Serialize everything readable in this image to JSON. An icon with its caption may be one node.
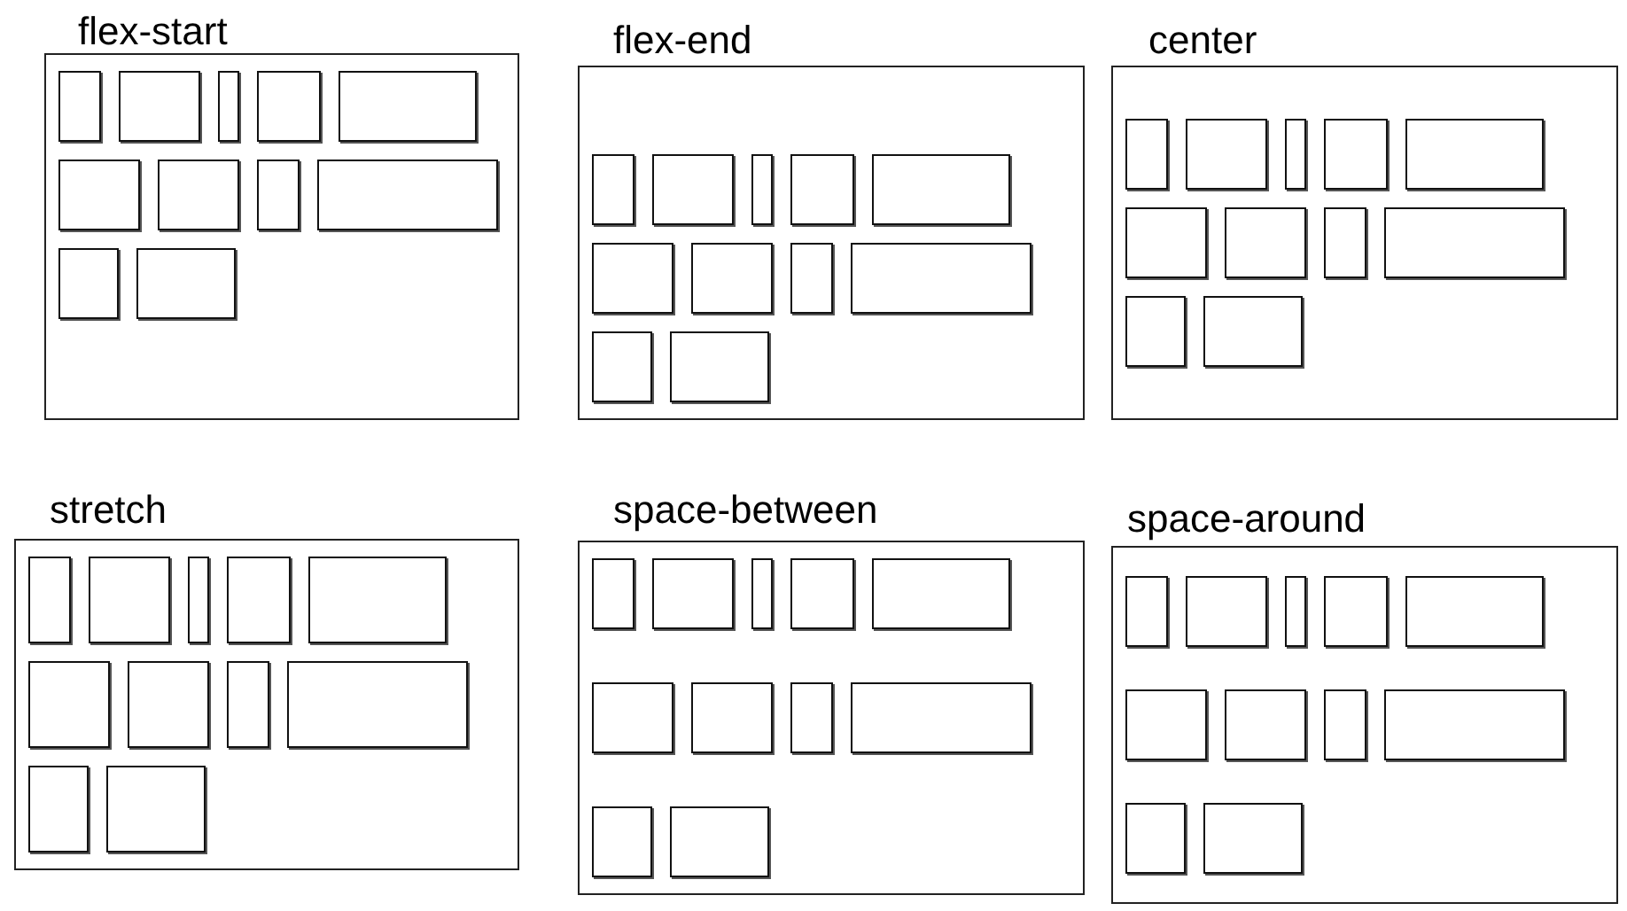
{
  "diagram": {
    "nodes": [
      {
        "text": [
          "flex-start"
        ]
      },
      {
        "text": [],
        "shape": "box",
        "in": 0
      },
      {
        "text": [],
        "shape": "box",
        "in": 0
      },
      {
        "text": [],
        "shape": "box",
        "in": 0
      },
      {
        "text": [],
        "shape": "box",
        "in": 0
      },
      {
        "text": [],
        "shape": "box",
        "in": 0
      },
      {
        "text": [],
        "shape": "box",
        "in": 0
      },
      {
        "text": [],
        "shape": "box",
        "in": 0
      },
      {
        "text": [],
        "shape": "box",
        "in": 0
      },
      {
        "text": [],
        "shape": "box",
        "in": 0
      },
      {
        "text": [],
        "shape": "box",
        "in": 0
      },
      {
        "text": [],
        "shape": "box",
        "in": 0
      },
      {
        "text": [
          "flex-end"
        ]
      },
      {
        "text": [],
        "shape": "box",
        "in": 12
      },
      {
        "text": [],
        "shape": "box",
        "in": 12
      },
      {
        "text": [],
        "shape": "box",
        "in": 12
      },
      {
        "text": [],
        "shape": "box",
        "in": 12
      },
      {
        "text": [],
        "shape": "box",
        "in": 12
      },
      {
        "text": [],
        "shape": "box",
        "in": 12
      },
      {
        "text": [],
        "shape": "box",
        "in": 12
      },
      {
        "text": [],
        "shape": "box",
        "in": 12
      },
      {
        "text": [],
        "shape": "box",
        "in": 12
      },
      {
        "text": [],
        "shape": "box",
        "in": 12
      },
      {
        "text": [],
        "shape": "box",
        "in": 12
      },
      {
        "text": [
          "center"
        ]
      },
      {
        "text": [],
        "shape": "box",
        "in": 24
      },
      {
        "text": [],
        "shape": "box",
        "in": 24
      },
      {
        "text": [],
        "shape": "box",
        "in": 24
      },
      {
        "text": [],
        "shape": "box",
        "in": 24
      },
      {
        "text": [],
        "shape": "box",
        "in": 24
      },
      {
        "text": [],
        "shape": "box",
        "in": 24
      },
      {
        "text": [],
        "shape": "box",
        "in": 24
      },
      {
        "text": [],
        "shape": "box",
        "in": 24
      },
      {
        "text": [],
        "shape": "box",
        "in": 24
      },
      {
        "text": [],
        "shape": "box",
        "in": 24
      },
      {
        "text": [],
        "shape": "box",
        "in": 24
      },
      {
        "text": [
          "stretch"
        ]
      },
      {
        "text": [],
        "shape": "box",
        "in": 36
      },
      {
        "text": [],
        "shape": "box",
        "in": 36
      },
      {
        "text": [],
        "shape": "box",
        "in": 36
      },
      {
        "text": [],
        "shape": "box",
        "in": 36
      },
      {
        "text": [],
        "shape": "box",
        "in": 36
      },
      {
        "text": [],
        "shape": "box",
        "in": 36
      },
      {
        "text": [],
        "shape": "box",
        "in": 36
      },
      {
        "text": [],
        "shape": "box",
        "in": 36
      },
      {
        "text": [],
        "shape": "box",
        "in": 36
      },
      {
        "text": [],
        "shape": "box",
        "in": 36
      },
      {
        "text": [],
        "shape": "box",
        "in": 36
      },
      {
        "text": [
          "space-between"
        ]
      },
      {
        "text": [],
        "shape": "box",
        "in": 48
      },
      {
        "text": [],
        "shape": "box",
        "in": 48
      },
      {
        "text": [],
        "shape": "box",
        "in": 48
      },
      {
        "text": [],
        "shape": "box",
        "in": 48
      },
      {
        "text": [],
        "shape": "box",
        "in": 48
      },
      {
        "text": [],
        "shape": "box",
        "in": 48
      },
      {
        "text": [],
        "shape": "box",
        "in": 48
      },
      {
        "text": [],
        "shape": "box",
        "in": 48
      },
      {
        "text": [],
        "shape": "box",
        "in": 48
      },
      {
        "text": [],
        "shape": "box",
        "in": 48
      },
      {
        "text": [],
        "shape": "box",
        "in": 48
      },
      {
        "text": [
          "space-around"
        ]
      },
      {
        "text": [],
        "shape": "box",
        "in": 60
      },
      {
        "text": [],
        "shape": "box",
        "in": 60
      },
      {
        "text": [],
        "shape": "box",
        "in": 60
      },
      {
        "text": [],
        "shape": "box",
        "in": 60
      },
      {
        "text": [],
        "shape": "box",
        "in": 60
      },
      {
        "text": [],
        "shape": "box",
        "in": 60
      },
      {
        "text": [],
        "shape": "box",
        "in": 60
      },
      {
        "text": [],
        "shape": "box",
        "in": 60
      },
      {
        "text": [],
        "shape": "box",
        "in": 60
      },
      {
        "text": [],
        "shape": "box",
        "in": 60
      },
      {
        "text": [],
        "shape": "box",
        "in": 60
      }
    ]
  }
}
